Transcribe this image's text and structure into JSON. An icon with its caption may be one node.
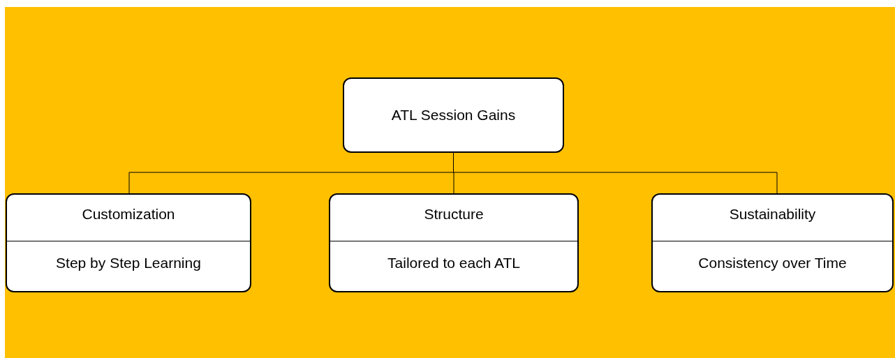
{
  "diagram": {
    "nodes": [
      {
        "text": [
          "ATL Session Gains"
        ]
      },
      {
        "text": [
          "Customization",
          "Step by Step Learning"
        ]
      },
      {
        "text": [
          "Structure",
          "Tailored to each ATL"
        ]
      },
      {
        "text": [
          "Sustainability",
          "Consistency over Time"
        ]
      }
    ],
    "edges": [
      {
        "from": 0,
        "to": 1,
        "arrow": "none"
      },
      {
        "from": 0,
        "to": 2,
        "arrow": "none"
      },
      {
        "from": 0,
        "to": 3,
        "arrow": "none"
      }
    ]
  }
}
